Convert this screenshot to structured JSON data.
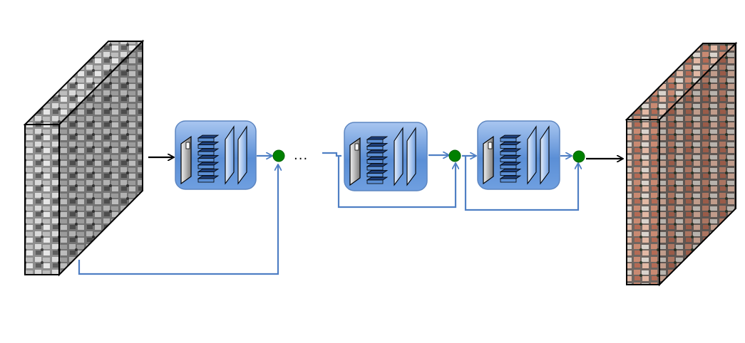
{
  "diagram": {
    "ellipsis": "...",
    "colors": {
      "block_fill": "#5b8fd6",
      "block_fill_light": "#a9c6f0",
      "block_stroke": "#5d86c1",
      "skip_line": "#4f7fc4",
      "sum_node": "#008000",
      "arrow": "#000000",
      "gray_image_base": "#8a8a8a",
      "color_image_base": "#7a6a62"
    },
    "nodes": [
      {
        "name": "input-grayscale-image",
        "icon": "aerial-grayscale-image-icon"
      },
      {
        "name": "residual-block-1",
        "icon": "conv-layers-icon"
      },
      {
        "name": "sum-node-1",
        "icon": "green-dot-icon"
      },
      {
        "name": "residual-block-2",
        "icon": "conv-layers-icon"
      },
      {
        "name": "sum-node-2",
        "icon": "green-dot-icon"
      },
      {
        "name": "residual-block-3",
        "icon": "conv-layers-icon"
      },
      {
        "name": "sum-node-3",
        "icon": "green-dot-icon"
      },
      {
        "name": "output-color-image",
        "icon": "aerial-color-image-icon"
      }
    ]
  }
}
